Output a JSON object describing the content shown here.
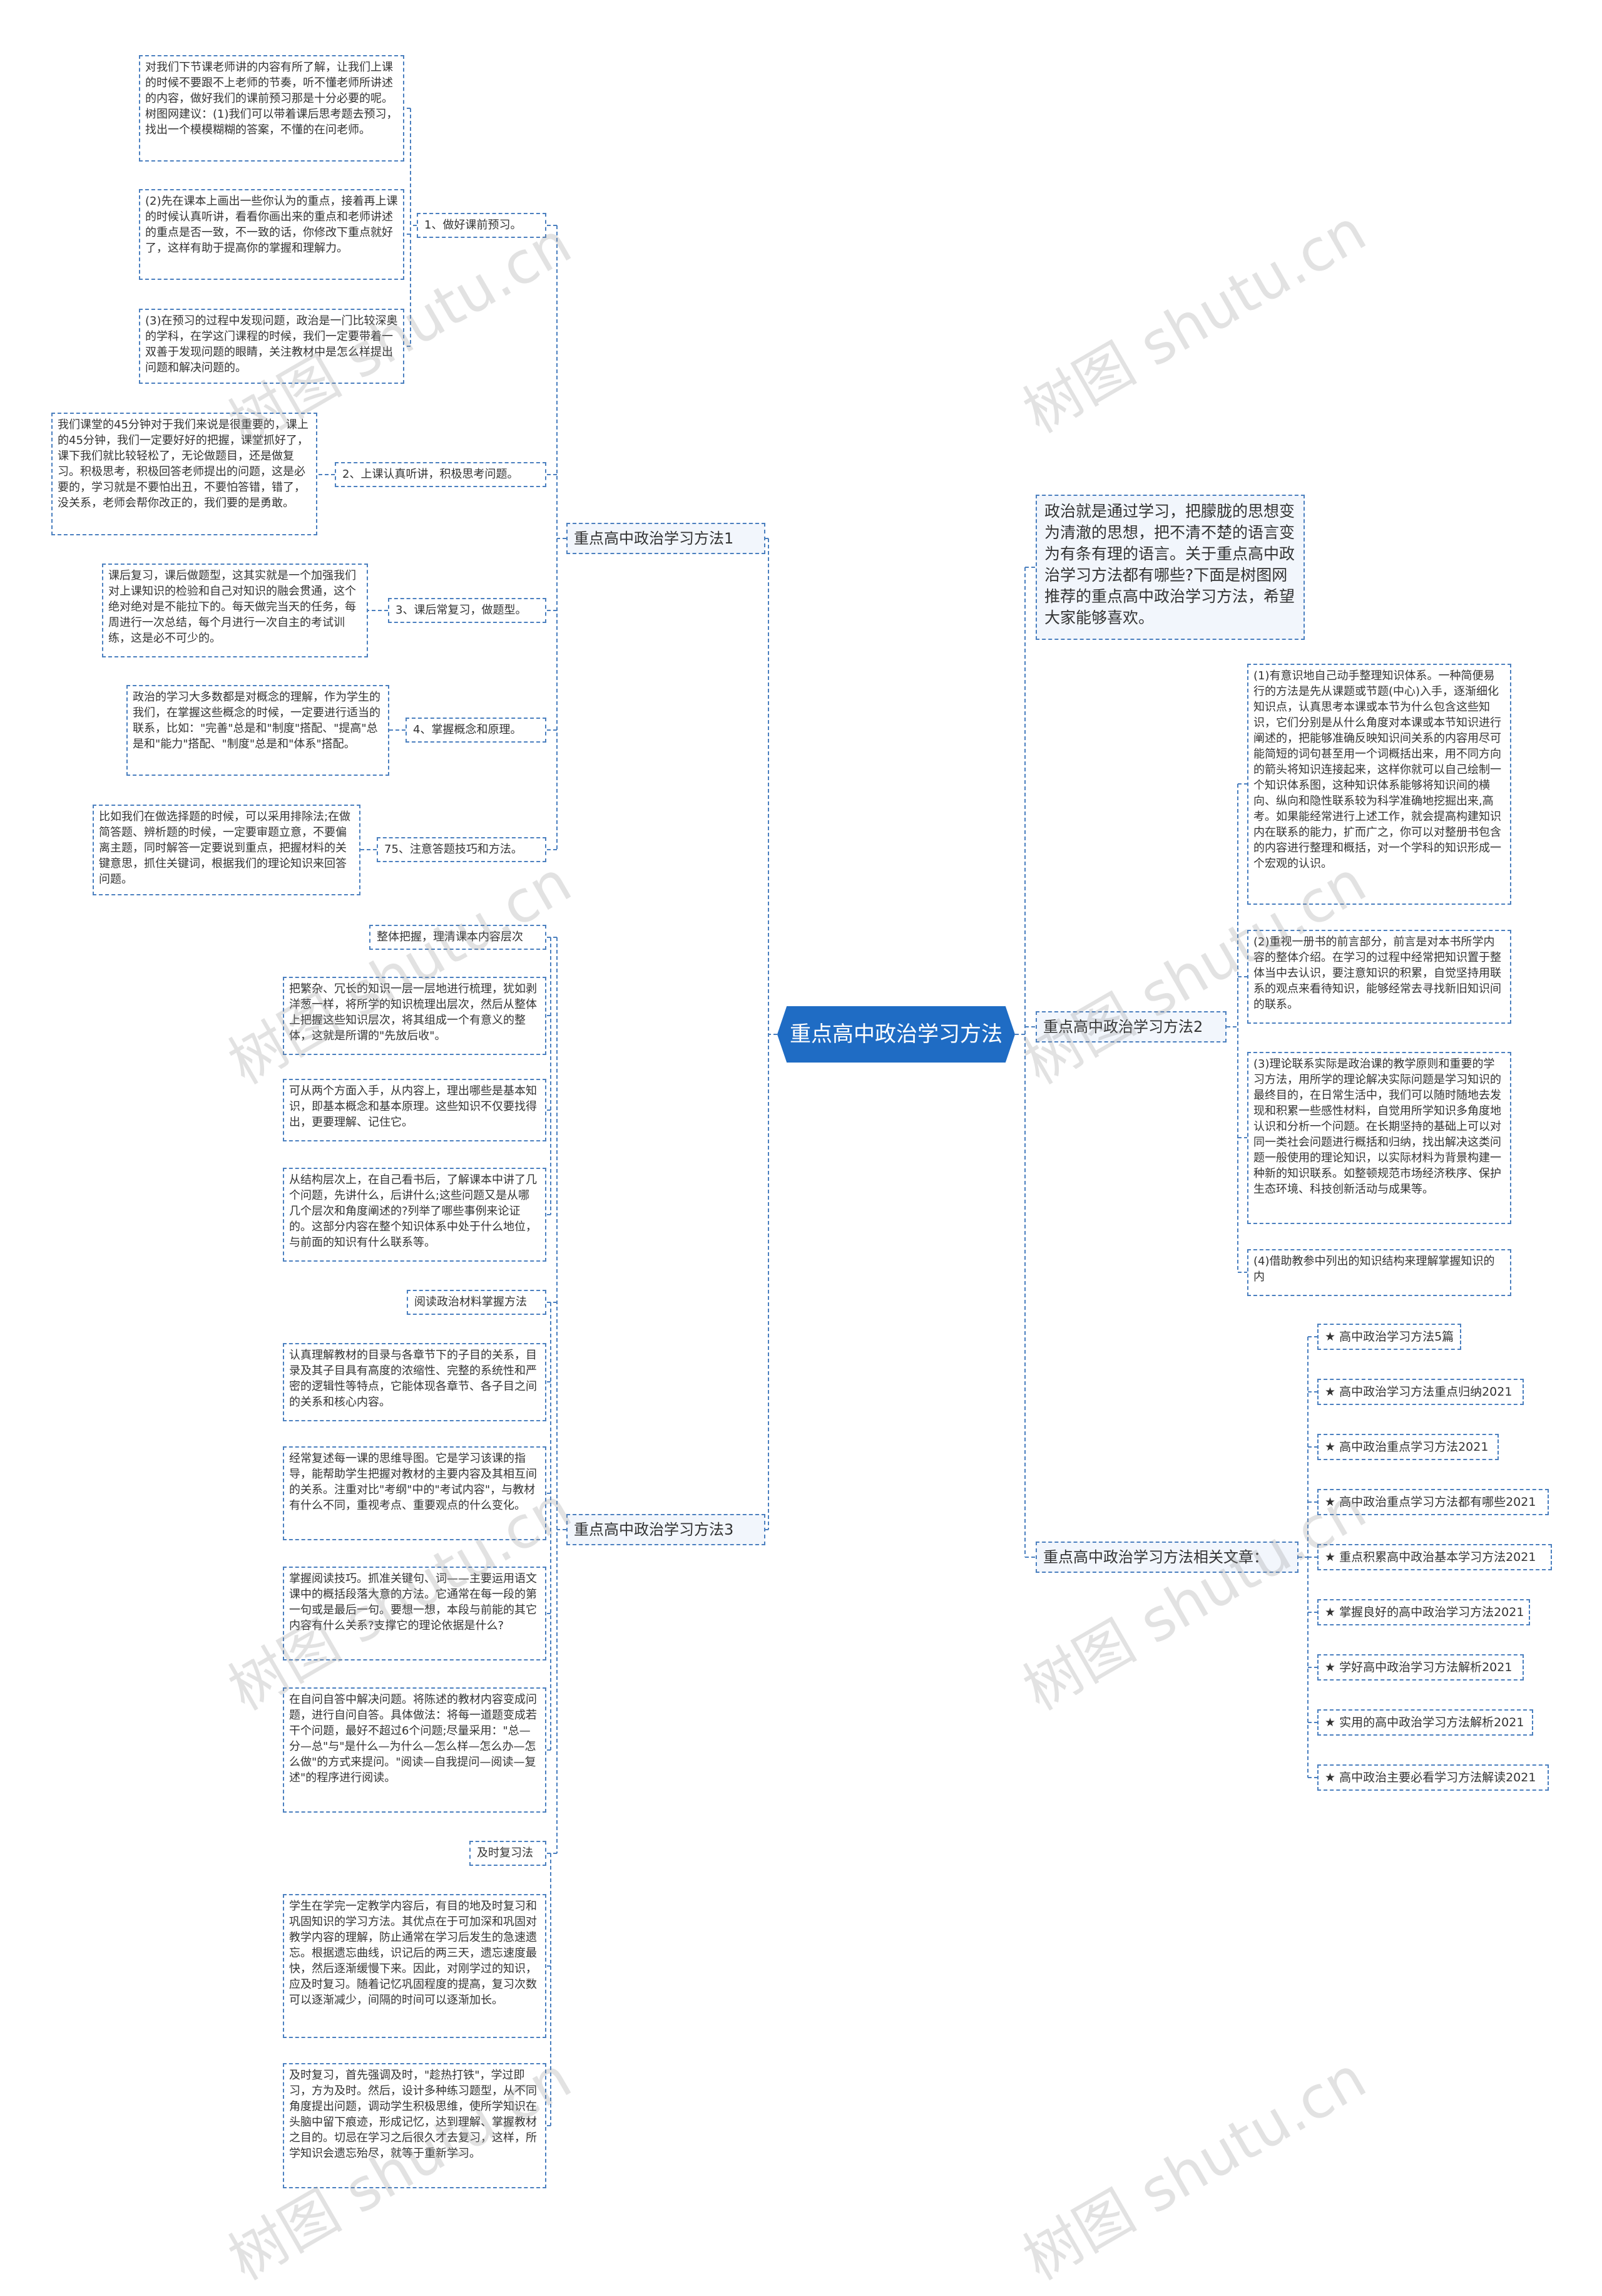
{
  "root": {
    "label": "重点高中政治学习方法"
  },
  "intro": "政治就是通过学习，把朦胧的思想变为清澈的思想，把不清不楚的语言变为有条有理的语言。关于重点高中政治学习方法都有哪些?下面是树图网推荐的重点高中政治学习方法，希望大家能够喜欢。",
  "branch1": {
    "title": "重点高中政治学习方法1",
    "items": [
      {
        "label": "1、做好课前预习。",
        "details": [
          "对我们下节课老师讲的内容有所了解，让我们上课的时候不要跟不上老师的节奏，听不懂老师所讲述的内容，做好我们的课前预习那是十分必要的呢。树图网建议：(1)我们可以带着课后思考题去预习，找出一个模模糊糊的答案，不懂的在问老师。",
          "(2)先在课本上画出一些你认为的重点，接着再上课的时候认真听讲，看看你画出来的重点和老师讲述的重点是否一致，不一致的话，你修改下重点就好了，这样有助于提高你的掌握和理解力。",
          "(3)在预习的过程中发现问题，政治是一门比较深奥的学科，在学这门课程的时候，我们一定要带着一双善于发现问题的眼睛，关注教材中是怎么样提出问题和解决问题的。"
        ]
      },
      {
        "label": "2、上课认真听讲，积极思考问题。",
        "details": [
          "我们课堂的45分钟对于我们来说是很重要的，课上的45分钟，我们一定要好好的把握，课堂抓好了，课下我们就比较轻松了，无论做题目，还是做复习。积极思考，积极回答老师提出的问题，这是必要的，学习就是不要怕出丑，不要怕答错，错了，没关系，老师会帮你改正的，我们要的是勇敢。"
        ]
      },
      {
        "label": "3、课后常复习，做题型。",
        "details": [
          "课后复习，课后做题型，这其实就是一个加强我们对上课知识的检验和自己对知识的融会贯通，这个绝对绝对是不能拉下的。每天做完当天的任务，每周进行一次总结，每个月进行一次自主的考试训练，这是必不可少的。"
        ]
      },
      {
        "label": "4、掌握概念和原理。",
        "details": [
          "政治的学习大多数都是对概念的理解，作为学生的我们，在掌握这些概念的时候，一定要进行适当的联系，比如：\"完善\"总是和\"制度\"搭配、\"提高\"总是和\"能力\"搭配、\"制度\"总是和\"体系\"搭配。"
        ]
      },
      {
        "label": "75、注意答题技巧和方法。",
        "details": [
          "比如我们在做选择题的时候，可以采用排除法;在做简答题、辨析题的时候，一定要审题立意，不要偏离主题，同时解答一定要说到重点，把握材料的关键意思，抓住关键词，根据我们的理论知识来回答问题。"
        ]
      }
    ]
  },
  "branch2": {
    "title": "重点高中政治学习方法2",
    "details": [
      "(1)有意识地自己动手整理知识体系。一种简便易行的方法是先从课题或节题(中心)入手，逐渐细化知识点，认真思考本课或本节为什么包含这些知识，它们分别是从什么角度对本课或本节知识进行阐述的，把能够准确反映知识间关系的内容用尽可能简短的词句甚至用一个词概括出来，用不同方向的箭头将知识连接起来，这样你就可以自己绘制一个知识体系图，这种知识体系能够将知识间的横向、纵向和隐性联系较为科学准确地挖掘出来,高考。如果能经常进行上述工作，就会提高构建知识内在联系的能力，扩而广之，你可以对整册书包含的内容进行整理和概括，对一个学科的知识形成一个宏观的认识。",
      "(2)重视一册书的前言部分，前言是对本书所学内容的整体介绍。在学习的过程中经常把知识置于整体当中去认识，要注意知识的积累，自觉坚持用联系的观点来看待知识，能够经常去寻找新旧知识间的联系。",
      "(3)理论联系实际是政治课的教学原则和重要的学习方法，用所学的理论解决实际问题是学习知识的最终目的，在日常生活中，我们可以随时随地去发现和积累一些感性材料，自觉用所学知识多角度地认识和分析一个问题。在长期坚持的基础上可以对同一类社会问题进行概括和归纳，找出解决这类问题一般使用的理论知识，以实际材料为背景构建一种新的知识联系。如整顿规范市场经济秩序、保护生态环境、科技创新活动与成果等。",
      "(4)借助教参中列出的知识结构来理解掌握知识的内"
    ]
  },
  "branch3": {
    "title": "重点高中政治学习方法3",
    "groups": [
      {
        "label": "整体把握，理清课本内容层次",
        "details": [
          "把繁杂、冗长的知识一层一层地进行梳理，犹如剥洋葱一样，将所学的知识梳理出层次，然后从整体上把握这些知识层次，将其组成一个有意义的整体，这就是所谓的\"先放后收\"。",
          "可从两个方面入手，从内容上，理出哪些是基本知识，即基本概念和基本原理。这些知识不仅要找得出，更要理解、记住它。",
          "从结构层次上，在自己看书后，了解课本中讲了几个问题，先讲什么，后讲什么;这些问题又是从哪几个层次和角度阐述的?列举了哪些事例来论证的。这部分内容在整个知识体系中处于什么地位，与前面的知识有什么联系等。"
        ]
      },
      {
        "label": "阅读政治材料掌握方法",
        "details": [
          "认真理解教材的目录与各章节下的子目的关系，目录及其子目具有高度的浓缩性、完整的系统性和严密的逻辑性等特点，它能体现各章节、各子目之间的关系和核心内容。",
          "经常复述每一课的思维导图。它是学习该课的指导，能帮助学生把握对教材的主要内容及其相互间的关系。注重对比\"考纲\"中的\"考试内容\"，与教材有什么不同，重视考点、重要观点的什么变化。",
          "掌握阅读技巧。抓准关键句、词——主要运用语文课中的概括段落大意的方法。它通常在每一段的第一句或是最后一句。要想一想，本段与前能的其它内容有什么关系?支撑它的理论依据是什么?",
          "在自问自答中解决问题。将陈述的教材内容变成问题，进行自问自答。具体做法：将每一道题变成若干个问题，最好不超过6个问题;尽量采用：\"总—分—总\"与\"是什么—为什么—怎么样—怎么办—怎么做\"的方式来提问。\"阅读—自我提问—阅读—复述\"的程序进行阅读。"
        ]
      },
      {
        "label": "及时复习法",
        "details": [
          "学生在学完一定教学内容后，有目的地及时复习和巩固知识的学习方法。其优点在于可加深和巩固对教学内容的理解，防止通常在学习后发生的急速遗忘。根据遗忘曲线，识记后的两三天，遗忘速度最快，然后逐渐缓慢下来。因此，对刚学过的知识，应及时复习。随着记忆巩固程度的提高，复习次数可以逐渐减少，间隔的时间可以逐渐加长。",
          "及时复习，首先强调及时，\"趁热打铁\"，学过即习，方为及时。然后，设计多种练习题型，从不同角度提出问题，调动学生积极思维，使所学知识在头脑中留下痕迹，形成记忆，达到理解、掌握教材之目的。切忌在学习之后很久才去复习，这样，所学知识会遗忘殆尽，就等于重新学习。"
        ]
      }
    ]
  },
  "branch4": {
    "title": "重点高中政治学习方法相关文章：",
    "articles": [
      "★ 高中政治学习方法5篇",
      "★ 高中政治学习方法重点归纳2021",
      "★ 高中政治重点学习方法2021",
      "★ 高中政治重点学习方法都有哪些2021",
      "★ 重点积累高中政治基本学习方法2021",
      "★ 掌握良好的高中政治学习方法2021",
      "★ 学好高中政治学习方法解析2021",
      "★ 实用的高中政治学习方法解析2021",
      "★ 高中政治主要必看学习方法解读2021"
    ]
  },
  "watermark": "树图 shutu.cn",
  "colors": {
    "line": "#4a7fbf",
    "root_bg": "#1f6cc4",
    "branch_bg": "#f2f6fc"
  }
}
